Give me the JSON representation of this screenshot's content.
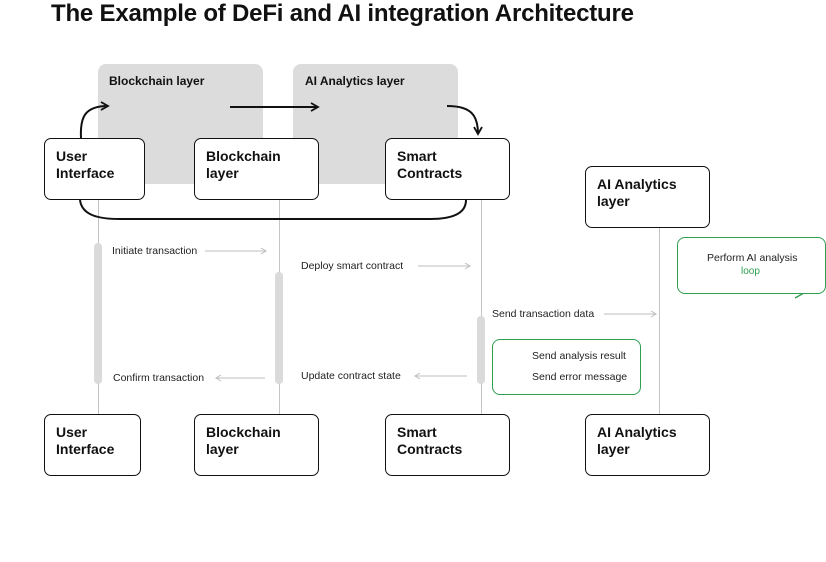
{
  "title": "The Example of DeFi and AI integration Architecture",
  "groups": [
    {
      "label": "Blockchain layer"
    },
    {
      "label": "AI Analytics layer"
    }
  ],
  "participants_top": [
    {
      "line1": "User",
      "line2": "Interface"
    },
    {
      "line1": "Blockchain",
      "line2": "layer"
    },
    {
      "line1": "Smart",
      "line2": "Contracts"
    },
    {
      "line1": "AI Analytics",
      "line2": "layer"
    }
  ],
  "participants_bottom": [
    {
      "line1": "User",
      "line2": "Interface"
    },
    {
      "line1": "Blockchain",
      "line2": "layer"
    },
    {
      "line1": "Smart",
      "line2": "Contracts"
    },
    {
      "line1": "AI Analytics",
      "line2": "layer"
    }
  ],
  "messages": [
    {
      "label": "Initiate transaction"
    },
    {
      "label": "Deploy smart contract"
    },
    {
      "label": "Send transaction data"
    },
    {
      "label": "Update contract state"
    },
    {
      "label": "Confirm transaction"
    }
  ],
  "ai_responses": [
    {
      "label": "Send analysis result"
    },
    {
      "label": "Send error message"
    }
  ],
  "loop_note": {
    "text": "Perform AI analysis",
    "loop_label": "loop"
  },
  "colors": {
    "accent_green": "#2e9e4f",
    "panel_grey": "#dcdcdc",
    "line_grey": "#c4c4c4"
  }
}
